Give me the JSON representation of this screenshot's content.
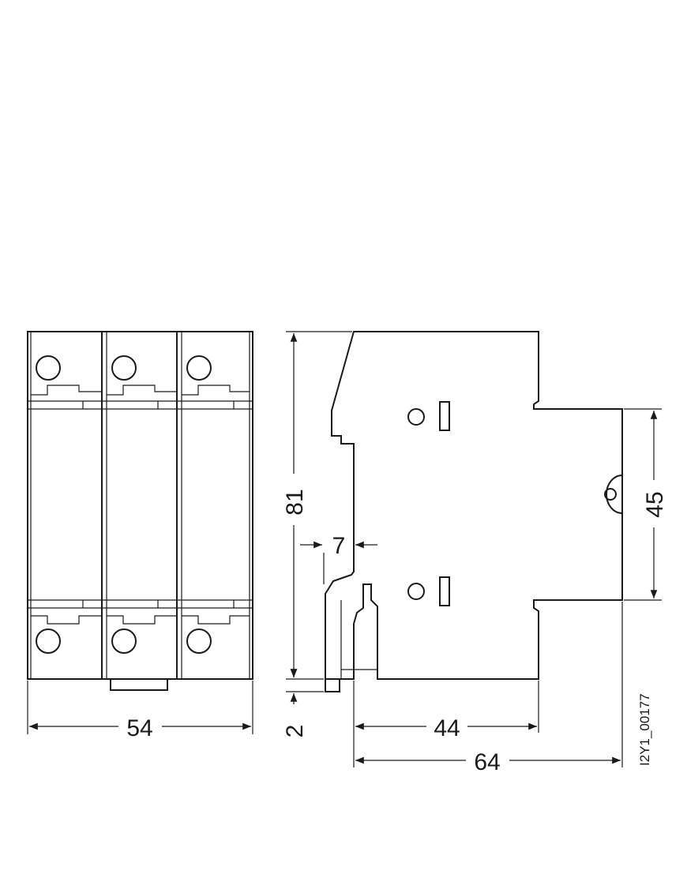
{
  "dimensions": {
    "front_width": "54",
    "height": "81",
    "rail_offset": "7",
    "foot_offset": "2",
    "depth_front": "44",
    "depth_total": "64",
    "front_height": "45"
  },
  "drawing_code": "I2Y1_00177"
}
